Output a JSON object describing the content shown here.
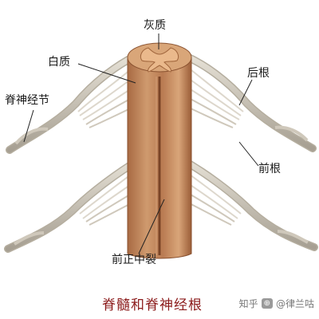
{
  "labels": {
    "gray_matter": "灰质",
    "white_matter": "白质",
    "dorsal_root": "后根",
    "spinal_ganglion": "脊神经节",
    "ventral_root": "前根",
    "anterior_median_fissure": "前正中裂"
  },
  "caption": "脊髓和脊神经根",
  "watermark": {
    "site": "知乎",
    "handle": "@律兰咕",
    "logo_icon": "at-badge-icon"
  },
  "colors": {
    "cord": "#c98e62",
    "cord_shadow": "#9c5f3a",
    "gray_matter": "#e3b184",
    "nerve": "#d6d0c4",
    "nerve_shadow": "#9e978a",
    "caption": "#8b1a1a"
  }
}
